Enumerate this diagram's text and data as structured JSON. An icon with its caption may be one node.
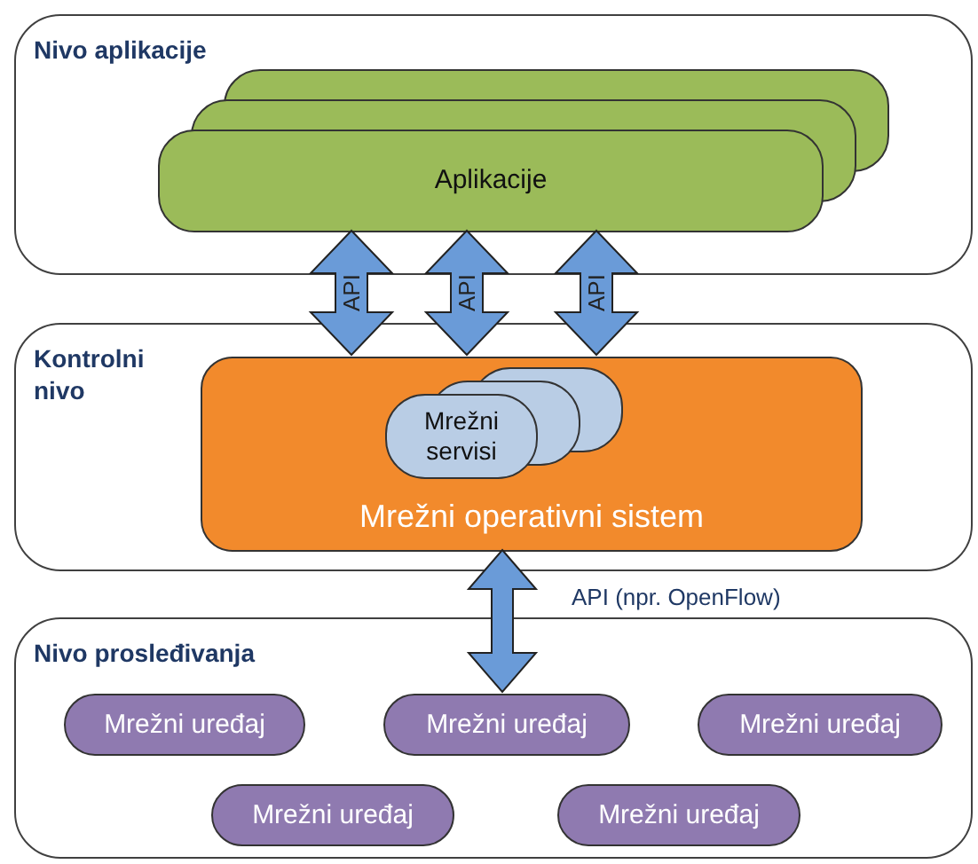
{
  "diagram": {
    "nodes": [
      {
        "text": [
          "Nivo aplikacije"
        ]
      },
      {
        "text": [
          "Aplikacije"
        ],
        "in": 0
      },
      {
        "text": [
          "Kontrolni nivo"
        ]
      },
      {
        "text": [
          "Mrežni operativni sistem"
        ],
        "in": 2
      },
      {
        "text": [
          "Mrežni servisi"
        ],
        "in": 3
      },
      {
        "text": [
          "Nivo prosleđivanja"
        ]
      },
      {
        "text": [
          "Mrežni uređaj"
        ],
        "in": 5
      },
      {
        "text": [
          "Mrežni uređaj"
        ],
        "in": 5
      },
      {
        "text": [
          "Mrežni uređaj"
        ],
        "in": 5
      },
      {
        "text": [
          "Mrežni uređaj"
        ],
        "in": 5
      },
      {
        "text": [
          "Mrežni uređaj"
        ],
        "in": 5
      }
    ],
    "edges": [
      {
        "from": 1,
        "to": 3,
        "arrow": "both",
        "label": "API"
      },
      {
        "from": 1,
        "to": 3,
        "arrow": "both",
        "label": "API"
      },
      {
        "from": 1,
        "to": 3,
        "arrow": "both",
        "label": "API"
      },
      {
        "from": 3,
        "to": 7,
        "arrow": "both",
        "label": "API (npr. OpenFlow)"
      }
    ]
  }
}
